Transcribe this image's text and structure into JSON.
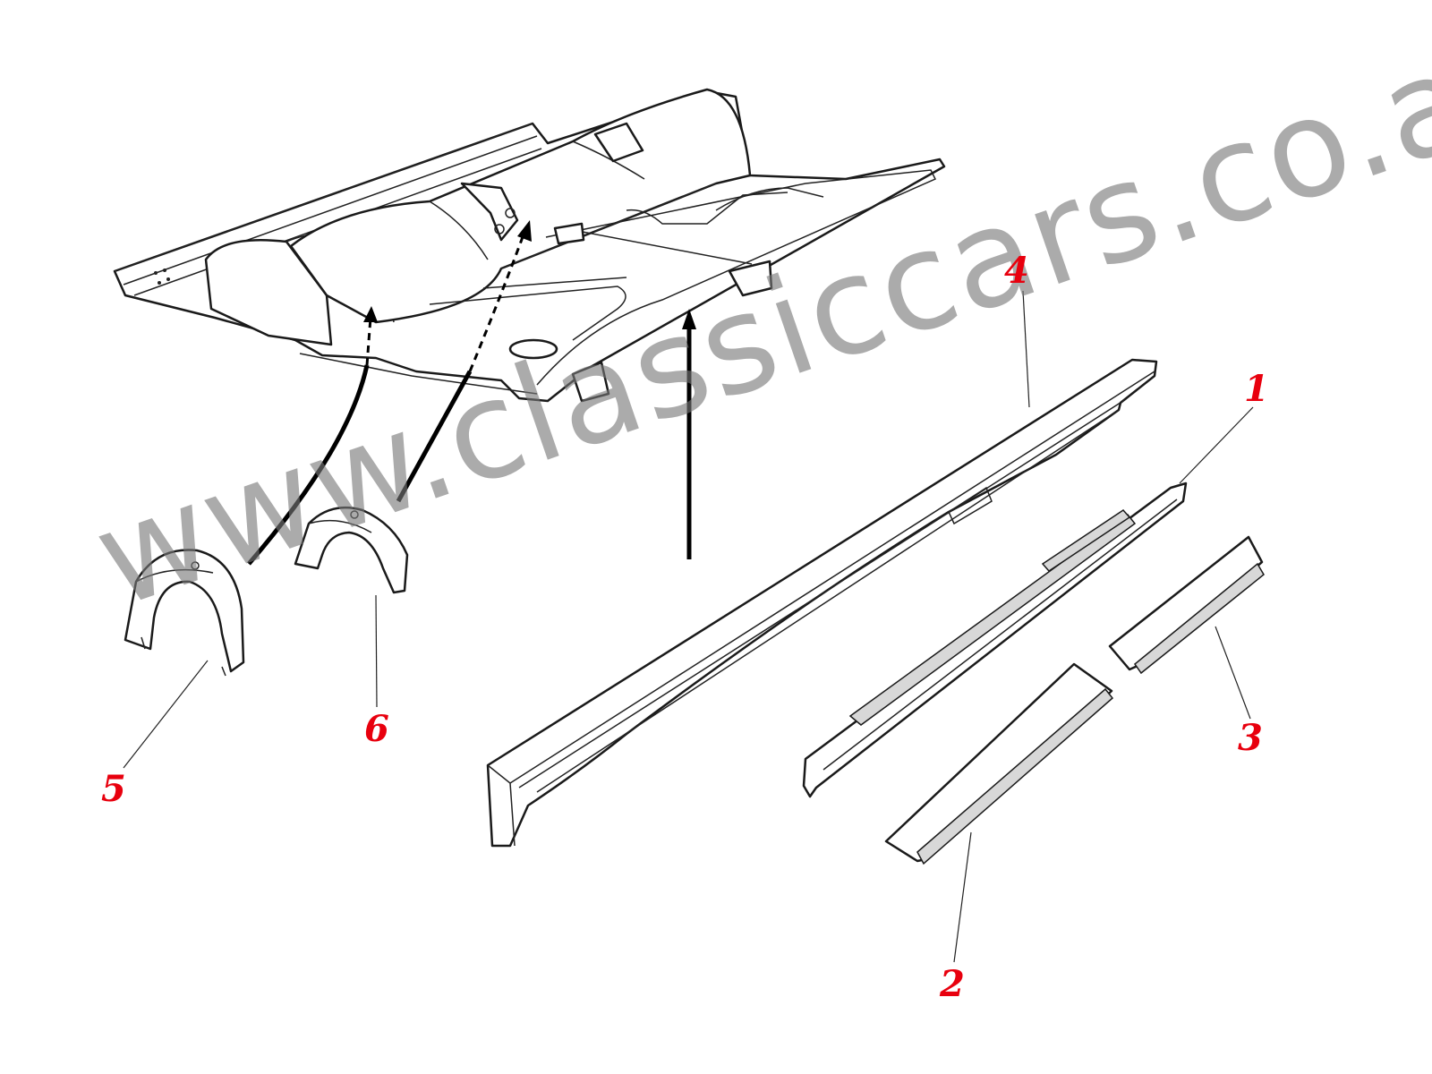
{
  "callouts": [
    {
      "id": "1",
      "label": "1"
    },
    {
      "id": "2",
      "label": "2"
    },
    {
      "id": "3",
      "label": "3"
    },
    {
      "id": "4",
      "label": "4"
    },
    {
      "id": "5",
      "label": "5"
    },
    {
      "id": "6",
      "label": "6"
    }
  ],
  "watermark": "www.classiccars.co.at",
  "colors": {
    "callout": "#e8000e",
    "line": "#1a1a1a",
    "watermark": "#787878"
  }
}
